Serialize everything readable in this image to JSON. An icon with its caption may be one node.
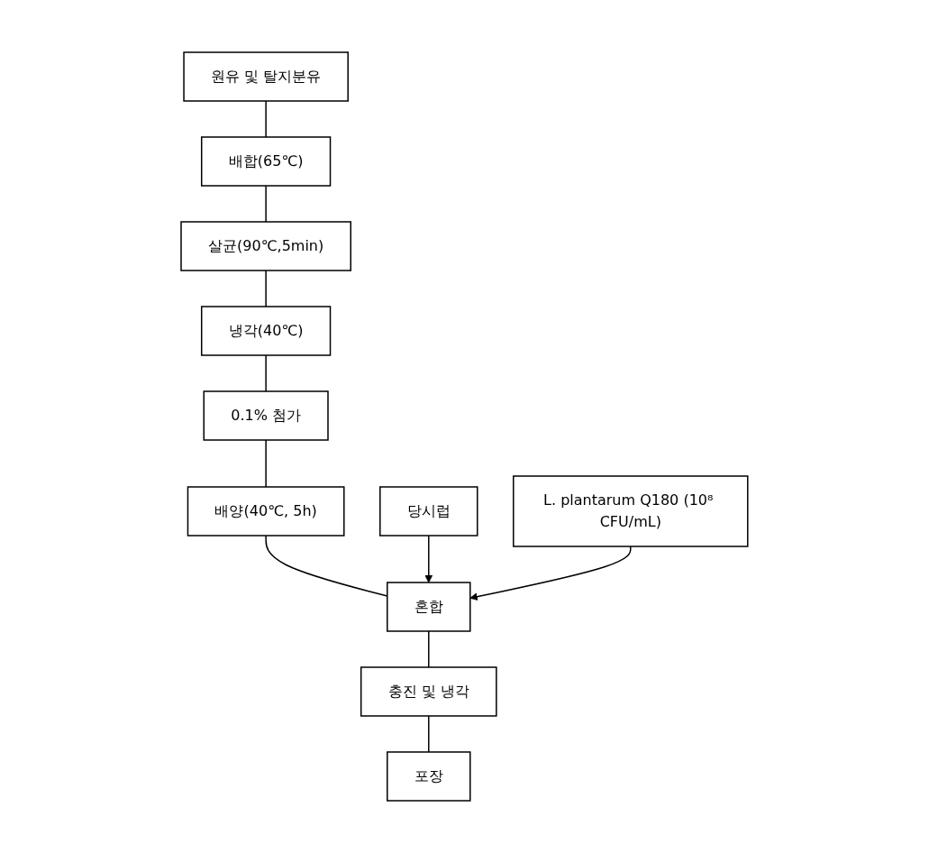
{
  "diagram": {
    "nodes": [
      {
        "text": [
          "원유 및 탈지분유"
        ]
      },
      {
        "text": [
          "배합(65℃)"
        ]
      },
      {
        "text": [
          "살균(90℃,5min)"
        ]
      },
      {
        "text": [
          "냉각(40℃)"
        ]
      },
      {
        "text": [
          "0.1% 첨가"
        ]
      },
      {
        "text": [
          "배양(40℃, 5h)"
        ]
      },
      {
        "text": [
          "당시럽"
        ]
      },
      {
        "text": [
          "혼합"
        ]
      },
      {
        "text": [
          "L. plantarum Q180 (10⁸ CFU/mL)"
        ]
      },
      {
        "text": [
          "충진 및 냉각"
        ]
      },
      {
        "text": [
          "포장"
        ]
      }
    ],
    "edges": [
      {
        "from": 0,
        "to": 1,
        "arrow": "none"
      },
      {
        "from": 1,
        "to": 2,
        "arrow": "none"
      },
      {
        "from": 2,
        "to": 3,
        "arrow": "none"
      },
      {
        "from": 3,
        "to": 4,
        "arrow": "none"
      },
      {
        "from": 4,
        "to": 5,
        "arrow": "none"
      },
      {
        "from": 5,
        "to": 7,
        "arrow": "none"
      },
      {
        "from": 6,
        "to": 7,
        "arrow": "to"
      },
      {
        "from": 8,
        "to": 7,
        "arrow": "to"
      },
      {
        "from": 7,
        "to": 9,
        "arrow": "none"
      },
      {
        "from": 9,
        "to": 10,
        "arrow": "none"
      }
    ]
  }
}
